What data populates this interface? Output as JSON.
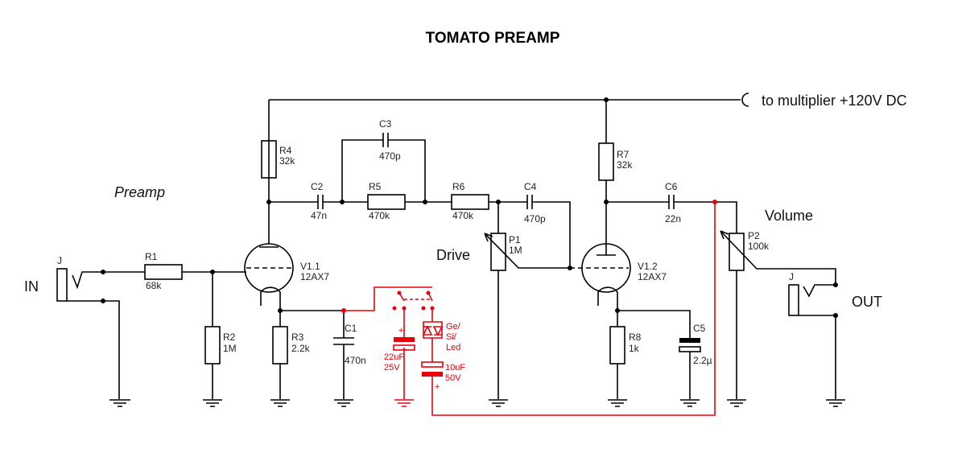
{
  "title": "TOMATO PREAMP",
  "supply_label": "to multiplier +120V DC",
  "section_label": "Preamp",
  "io": {
    "input": "IN",
    "output": "OUT",
    "jack": "J"
  },
  "controls": {
    "drive": "Drive",
    "volume": "Volume"
  },
  "components": {
    "R1": {
      "name": "R1",
      "value": "68k"
    },
    "R2": {
      "name": "R2",
      "value": "1M"
    },
    "R3": {
      "name": "R3",
      "value": "2.2k"
    },
    "R4": {
      "name": "R4",
      "value": "32k"
    },
    "R5": {
      "name": "R5",
      "value": "470k"
    },
    "R6": {
      "name": "R6",
      "value": "470k"
    },
    "R7": {
      "name": "R7",
      "value": "32k"
    },
    "R8": {
      "name": "R8",
      "value": "1k"
    },
    "C1": {
      "name": "C1",
      "value": "470n"
    },
    "C2": {
      "name": "C2",
      "value": "47n"
    },
    "C3": {
      "name": "C3",
      "value": "470p"
    },
    "C4": {
      "name": "C4",
      "value": "470p"
    },
    "C5": {
      "name": "C5",
      "value": "2.2µ"
    },
    "C6": {
      "name": "C6",
      "value": "22n"
    },
    "P1": {
      "name": "P1",
      "value": "1M"
    },
    "P2": {
      "name": "P2",
      "value": "100k"
    },
    "V1_1": {
      "name": "V1.1",
      "value": "12AX7"
    },
    "V1_2": {
      "name": "V1.2",
      "value": "12AX7"
    }
  },
  "mod": {
    "cap_a": {
      "value": "22uF",
      "voltage": "25V",
      "polarity": "+"
    },
    "cap_b": {
      "value": "10uF",
      "voltage": "50V",
      "polarity": "+"
    },
    "diodes": [
      "Ge/",
      "Si/",
      "Led"
    ]
  },
  "colors": {
    "wire": "#000000",
    "mod": "#e8000b"
  }
}
